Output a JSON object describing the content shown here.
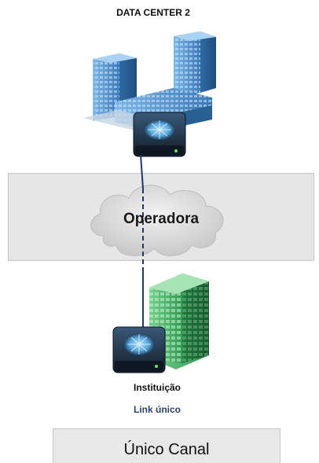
{
  "diagram": {
    "datacenter_title": "DATA CENTER 2",
    "cloud_label": "Operadora",
    "institution_label": "Instituição",
    "link_label": "Link único",
    "channel_label": "Único Canal"
  },
  "colors": {
    "blue_building": "#5b9bd5",
    "green_building": "#3faa5f",
    "router_body": "#1c2b3a",
    "router_light": "#7fd0ff",
    "link_line": "#1d3a6b",
    "band_bg": "#e6e6e6",
    "cloud_fill": "#d9d9d9"
  }
}
